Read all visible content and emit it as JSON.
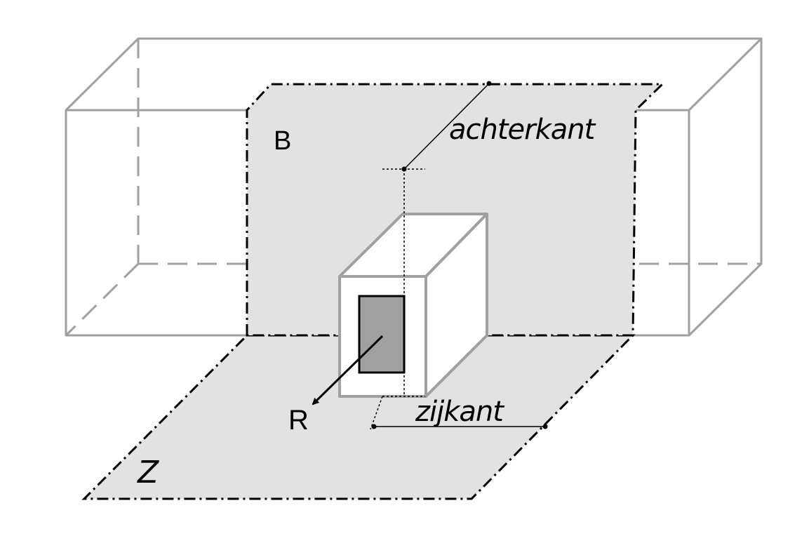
{
  "labels": {
    "plane_back": "B",
    "plane_bottom": "Z",
    "vector": "R",
    "back_side": "achterkant",
    "side": "zijkant"
  },
  "colors": {
    "box_outline": "#a0a0a0",
    "plane_fill": "#e2e2e2",
    "plane_outline": "#000000",
    "small_box_face": "#ffffff",
    "front_panel": "#a0a0a0",
    "arrow": "#000000"
  }
}
